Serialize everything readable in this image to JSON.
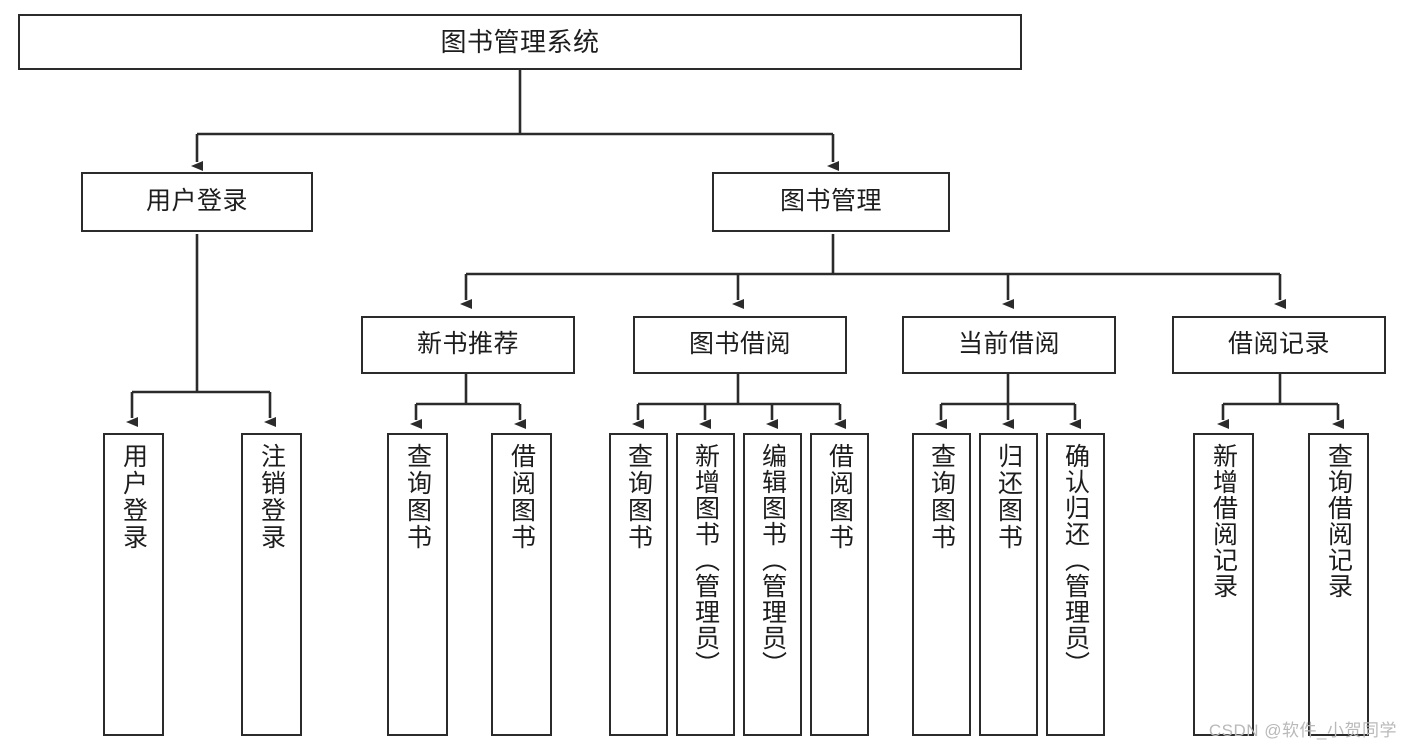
{
  "diagram": {
    "title": "图书管理系统",
    "watermark": "CSDN @软件_小贺同学",
    "line_color": "#2b2b2b",
    "text_color": "#1d1d1d",
    "background": "#ffffff",
    "root": {
      "label": "图书管理系统"
    },
    "level2": [
      {
        "label": "用户登录"
      },
      {
        "label": "图书管理"
      }
    ],
    "level3": [
      {
        "label": "新书推荐"
      },
      {
        "label": "图书借阅"
      },
      {
        "label": "当前借阅"
      },
      {
        "label": "借阅记录"
      }
    ],
    "leaves": {
      "user_login": [
        {
          "label": "用户登录"
        },
        {
          "label": "注销登录"
        }
      ],
      "new_book_recommend": [
        {
          "label": "查询图书"
        },
        {
          "label": "借阅图书"
        }
      ],
      "book_borrow": [
        {
          "label": "查询图书"
        },
        {
          "label": "新增图书（管理员）"
        },
        {
          "label": "编辑图书（管理员）"
        },
        {
          "label": "借阅图书"
        }
      ],
      "current_borrow": [
        {
          "label": "查询图书"
        },
        {
          "label": "归还图书"
        },
        {
          "label": "确认归还（管理员）"
        }
      ],
      "borrow_records": [
        {
          "label": "新增借阅记录"
        },
        {
          "label": "查询借阅记录"
        }
      ]
    }
  }
}
